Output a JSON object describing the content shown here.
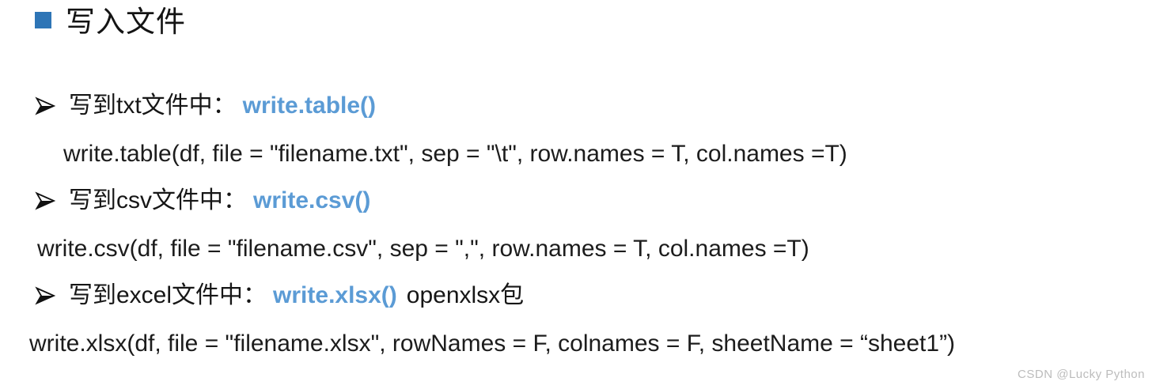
{
  "title": {
    "text": "写入文件",
    "square_icon": "blue-square-bullet"
  },
  "colors": {
    "accent_square": "#2E75B6",
    "function_blue": "#5B9BD5",
    "body_text": "#1C1C1C",
    "watermark": "#BCBCBC"
  },
  "list": {
    "bullet_icon": "arrowhead-right",
    "items": [
      {
        "label": "写到txt文件中：",
        "func": "write.table()",
        "suffix": "",
        "code": "write.table(df, file = \"filename.txt\", sep = \"\\t\", row.names = T, col.names =T)"
      },
      {
        "label": "写到csv文件中：",
        "func": "write.csv()",
        "suffix": "",
        "code": "write.csv(df, file = \"filename.csv\", sep = \",\", row.names = T, col.names =T)"
      },
      {
        "label": "写到excel文件中：",
        "func": "write.xlsx()",
        "suffix": "openxlsx包",
        "code": "write.xlsx(df, file = \"filename.xlsx\", rowNames = F, colnames = F, sheetName = “sheet1”)"
      }
    ]
  },
  "watermark": {
    "text": "CSDN @Lucky Python"
  }
}
